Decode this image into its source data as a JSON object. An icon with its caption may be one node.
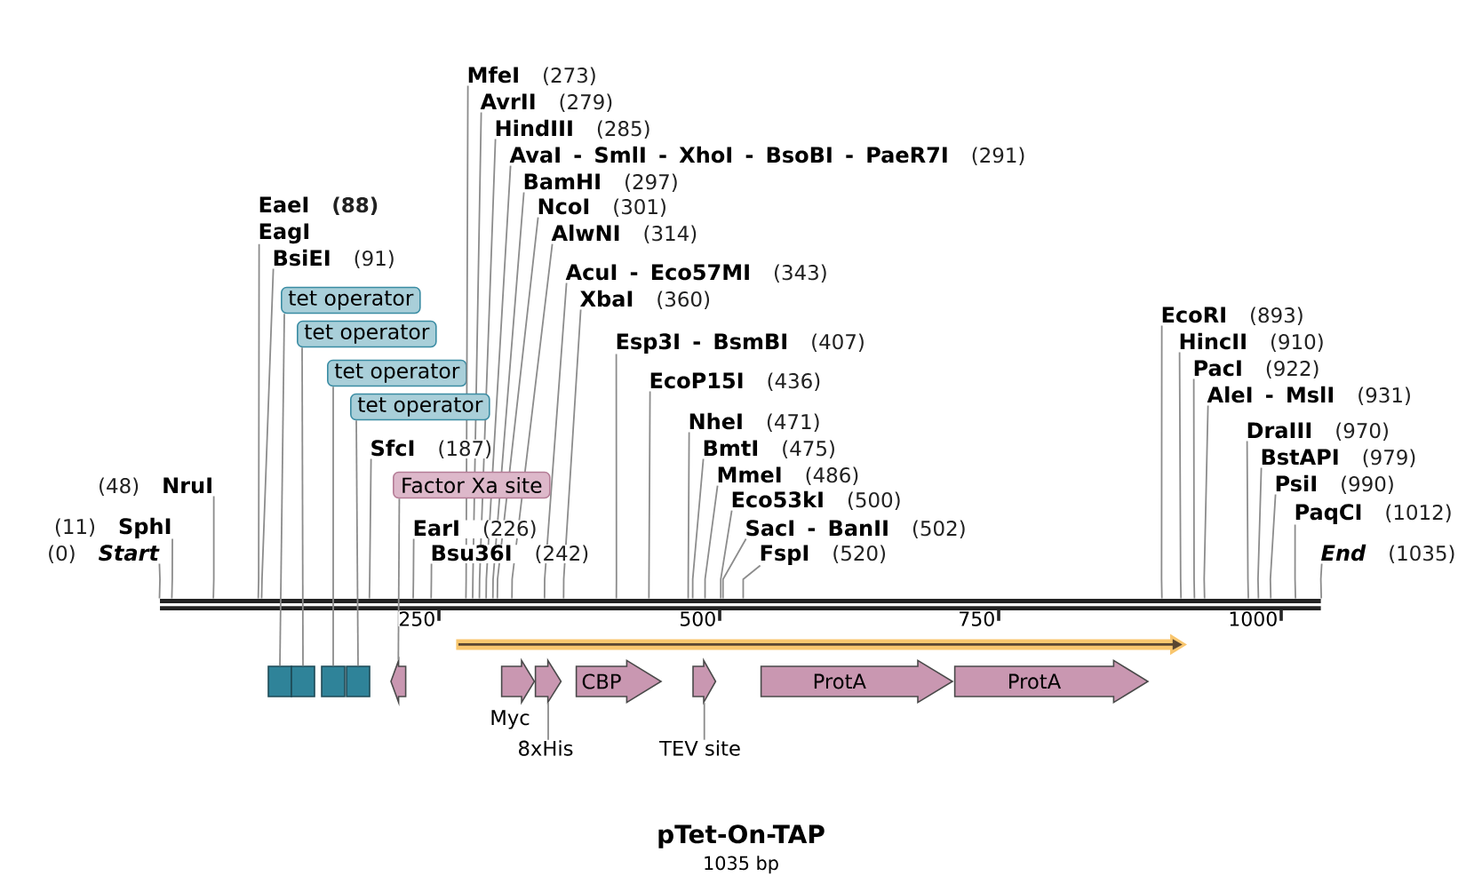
{
  "diagram": {
    "title": "pTet-On-TAP",
    "nodes": [
      {
        "text": [
          "EaeI",
          "(88)",
          "EagI"
        ]
      },
      {
        "text": [
          "BsiEI",
          "(91)"
        ]
      },
      {
        "text": [
          "tet operator"
        ]
      },
      {
        "text": [
          "tet operator"
        ]
      },
      {
        "text": [
          "tet operator"
        ]
      },
      {
        "text": [
          "tet operator"
        ]
      },
      {
        "text": [
          "SfcI",
          "(187)"
        ]
      },
      {
        "text": [
          "Factor Xa site"
        ]
      },
      {
        "text": [
          "(48)",
          "NruI"
        ]
      },
      {
        "text": [
          "(11)",
          "SphI"
        ]
      },
      {
        "text": [
          "(0)",
          "Start"
        ]
      },
      {
        "text": [
          "EarI",
          "(226)"
        ]
      },
      {
        "text": [
          "Bsu36I",
          "(242)"
        ]
      },
      {
        "text": [
          "MfeI",
          "(273)"
        ]
      },
      {
        "text": [
          "AvrII",
          "(279)"
        ]
      },
      {
        "text": [
          "HindIII",
          "(285)"
        ]
      },
      {
        "text": [
          "AvaI - SmlI - XhoI - BsoBI - PaeR7I",
          "(291)"
        ]
      },
      {
        "text": [
          "BamHI",
          "(297)"
        ]
      },
      {
        "text": [
          "NcoI",
          "(301)"
        ]
      },
      {
        "text": [
          "AlwNI",
          "(314)"
        ]
      },
      {
        "text": [
          "AcuI - Eco57MI",
          "(343)"
        ]
      },
      {
        "text": [
          "XbaI",
          "(360)"
        ]
      },
      {
        "text": [
          "Esp3I - BsmBI",
          "(407)"
        ]
      },
      {
        "text": [
          "EcoP15I",
          "(436)"
        ]
      },
      {
        "text": [
          "NheI",
          "(471)"
        ]
      },
      {
        "text": [
          "BmtI",
          "(475)"
        ]
      },
      {
        "text": [
          "MmeI",
          "(486)"
        ]
      },
      {
        "text": [
          "Eco53kI",
          "(500)"
        ]
      },
      {
        "text": [
          "SacI - BanII",
          "(502)"
        ]
      },
      {
        "text": [
          "FspI",
          "(520)"
        ]
      },
      {
        "text": [
          "EcoRI",
          "(893)"
        ]
      },
      {
        "text": [
          "HincII",
          "(910)"
        ]
      },
      {
        "text": [
          "PacI",
          "(922)"
        ]
      },
      {
        "text": [
          "AleI - MslI",
          "(931)"
        ]
      },
      {
        "text": [
          "DraIII",
          "(970)"
        ]
      },
      {
        "text": [
          "BstAPI",
          "(979)"
        ]
      },
      {
        "text": [
          "PsiI",
          "(990)"
        ]
      },
      {
        "text": [
          "PaqCI",
          "(1012)"
        ]
      },
      {
        "text": [
          "End",
          "(1035)"
        ]
      },
      {
        "text": [],
        "shape": "bar"
      },
      {
        "text": [],
        "shape": "box"
      },
      {
        "text": [],
        "shape": "box"
      },
      {
        "text": [],
        "shape": "box"
      },
      {
        "text": [],
        "shape": "box"
      },
      {
        "text": [],
        "shape": "arrow"
      },
      {
        "text": [],
        "shape": "arrow",
        "beside": [
          "Myc"
        ]
      },
      {
        "text": [],
        "shape": "arrow"
      },
      {
        "text": [
          "CBP"
        ]
      },
      {
        "text": [],
        "shape": "arrow"
      },
      {
        "text": [
          "ProtA"
        ]
      },
      {
        "text": [
          "ProtA"
        ]
      },
      {
        "text": [
          "8xHis"
        ]
      },
      {
        "text": [
          "TEV site"
        ]
      }
    ],
    "edges": [
      {
        "from": 0,
        "to": 39,
        "arrow": "none"
      },
      {
        "from": 1,
        "to": 39,
        "arrow": "none"
      },
      {
        "from": 6,
        "to": 39,
        "arrow": "none"
      },
      {
        "from": 8,
        "to": 39,
        "arrow": "none"
      },
      {
        "from": 9,
        "to": 39,
        "arrow": "none"
      },
      {
        "from": 10,
        "to": 39,
        "arrow": "none"
      },
      {
        "from": 11,
        "to": 39,
        "arrow": "none"
      },
      {
        "from": 12,
        "to": 39,
        "arrow": "none"
      },
      {
        "from": 13,
        "to": 39,
        "arrow": "none"
      },
      {
        "from": 14,
        "to": 39,
        "arrow": "none"
      },
      {
        "from": 15,
        "to": 39,
        "arrow": "none"
      },
      {
        "from": 16,
        "to": 39,
        "arrow": "none"
      },
      {
        "from": 17,
        "to": 39,
        "arrow": "none"
      },
      {
        "from": 18,
        "to": 39,
        "arrow": "none"
      },
      {
        "from": 19,
        "to": 39,
        "arrow": "none"
      },
      {
        "from": 20,
        "to": 39,
        "arrow": "none"
      },
      {
        "from": 21,
        "to": 39,
        "arrow": "none"
      },
      {
        "from": 22,
        "to": 39,
        "arrow": "none"
      },
      {
        "from": 23,
        "to": 39,
        "arrow": "none"
      },
      {
        "from": 24,
        "to": 39,
        "arrow": "none"
      },
      {
        "from": 25,
        "to": 39,
        "arrow": "none"
      },
      {
        "from": 26,
        "to": 39,
        "arrow": "none"
      },
      {
        "from": 27,
        "to": 39,
        "arrow": "none"
      },
      {
        "from": 28,
        "to": 39,
        "arrow": "none"
      },
      {
        "from": 29,
        "to": 39,
        "arrow": "none"
      },
      {
        "from": 30,
        "to": 39,
        "arrow": "none"
      },
      {
        "from": 31,
        "to": 39,
        "arrow": "none"
      },
      {
        "from": 32,
        "to": 39,
        "arrow": "none"
      },
      {
        "from": 33,
        "to": 39,
        "arrow": "none"
      },
      {
        "from": 34,
        "to": 39,
        "arrow": "none"
      },
      {
        "from": 35,
        "to": 39,
        "arrow": "none"
      },
      {
        "from": 36,
        "to": 39,
        "arrow": "none"
      },
      {
        "from": 37,
        "to": 39,
        "arrow": "none"
      },
      {
        "from": 38,
        "to": 39,
        "arrow": "none"
      },
      {
        "from": 2,
        "to": 40,
        "arrow": "none"
      },
      {
        "from": 3,
        "to": 41,
        "arrow": "none"
      },
      {
        "from": 4,
        "to": 42,
        "arrow": "none"
      },
      {
        "from": 5,
        "to": 43,
        "arrow": "none"
      },
      {
        "from": 7,
        "to": 44,
        "arrow": "none"
      },
      {
        "from": 51,
        "to": 46,
        "arrow": "none"
      },
      {
        "from": 52,
        "to": 48,
        "arrow": "none"
      }
    ],
    "labels": [
      "250",
      "500",
      "750",
      "1000",
      "1035 bp"
    ]
  }
}
